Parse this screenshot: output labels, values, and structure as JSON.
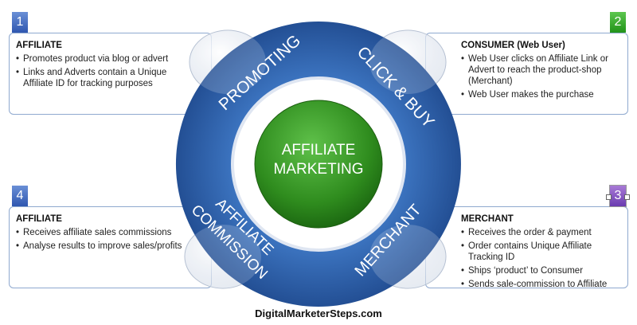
{
  "center": {
    "line1": "AFFILIATE",
    "line2": "MARKETING"
  },
  "ring_labels": {
    "promoting": "PROMOTING",
    "click_buy": "CLICK & BUY",
    "merchant": "MERCHANT",
    "commission_1": "AFFILIATE",
    "commission_2": "COMMISSION"
  },
  "panels": {
    "p1": {
      "number": "1",
      "heading": "AFFILIATE",
      "items": [
        "Promotes product via blog or advert",
        "Links and Adverts contain a Unique Affiliate ID for tracking purposes"
      ]
    },
    "p2": {
      "number": "2",
      "heading": "CONSUMER (Web User)",
      "items": [
        "Web User clicks on Affiliate Link or Advert to reach the product-shop (Merchant)",
        "Web User makes the purchase"
      ]
    },
    "p3": {
      "number": "3",
      "heading": "MERCHANT",
      "items": [
        "Receives the order & payment",
        "Order contains Unique Affiliate Tracking ID",
        "Ships ‘product’ to Consumer",
        "Sends sale-commission to Affiliate"
      ]
    },
    "p4": {
      "number": "4",
      "heading": "AFFILIATE",
      "items": [
        "Receives affiliate sales commissions",
        "Analyse results to improve sales/profits"
      ]
    }
  },
  "footer": "DigitalMarketerSteps.com",
  "colors": {
    "ring": "#2f63ad",
    "center": "#2e8a1d",
    "panel_border": "#8fa9cf"
  }
}
